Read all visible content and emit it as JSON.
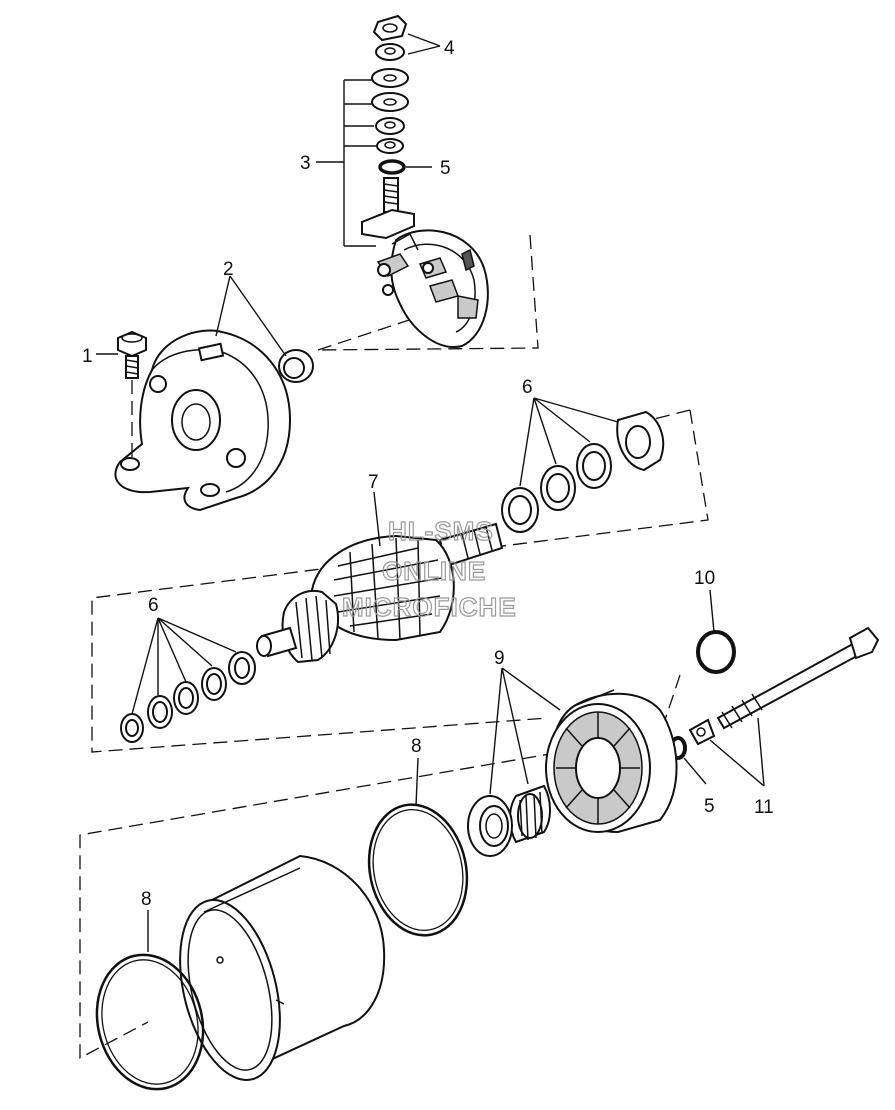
{
  "callouts": {
    "c1": "1",
    "c2": "2",
    "c3": "3",
    "c4": "4",
    "c5_top": "5",
    "c5_bottom": "5",
    "c6_top": "6",
    "c6_left": "6",
    "c7": "7",
    "c8_mid": "8",
    "c8_left": "8",
    "c9": "9",
    "c10": "10",
    "c11": "11"
  },
  "watermark": {
    "line1": "HL-SMS",
    "line2": "ONLINE",
    "line3": "MICROFICHE"
  }
}
